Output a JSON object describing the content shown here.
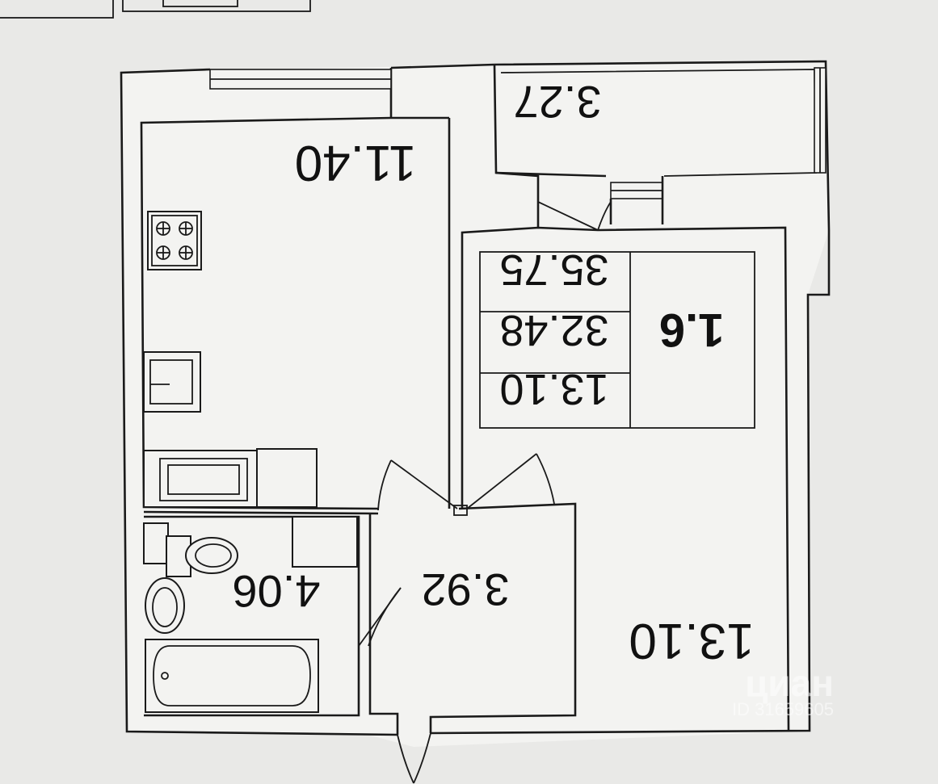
{
  "rooms": {
    "kitchen": {
      "area": "11.40"
    },
    "loggia": {
      "area": "3.27"
    },
    "bathroom": {
      "area": "4.06"
    },
    "hall": {
      "area": "3.92"
    },
    "living": {
      "area": "13.10"
    }
  },
  "summary": {
    "apartment_type": "1.6",
    "total_with_loggia": "35.75",
    "total": "32.48",
    "living": "13.10"
  },
  "watermark": {
    "brand": "циан",
    "id_text": "ID 31659605"
  },
  "colors": {
    "paper": "#f3f3f1",
    "ink": "#1a1a1a",
    "background": "#e9e9e7"
  }
}
